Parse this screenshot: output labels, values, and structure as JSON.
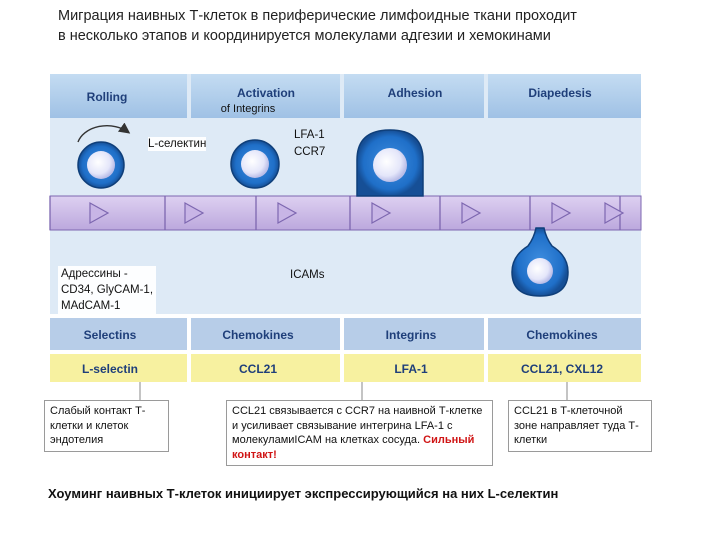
{
  "title": {
    "line1": "Миграция наивных Т-клеток в периферические лимфоидные ткани проходит",
    "line2": "в несколько этапов и координируется  молекулами адгезии и хемокинами"
  },
  "stages": [
    "Rolling",
    "Activation",
    "Adhesion",
    "Diapedesis"
  ],
  "activation_sub": "of Integrins",
  "labels": {
    "l_selectin": "L-селектин",
    "lfa_ccr7_1": "LFA-1",
    "lfa_ccr7_2": "CCR7",
    "addressins_1": "Адрессины -",
    "addressins_2": "CD34, GlyCAM-1,",
    "addressins_3": "MAdCAM-1",
    "icams": "ICAMs"
  },
  "molecule_row1": [
    "Selectins",
    "Chemokines",
    "Integrins",
    "Chemokines"
  ],
  "molecule_row2": [
    "L-selectin",
    "CCL21",
    "LFA-1",
    "CCL21, CXL12"
  ],
  "boxes": {
    "box1": "Слабый контакт Т-клетки и клеток эндотелия",
    "box2_main": "CCL21 связывается с CCR7 на наивной Т-клетке и усиливает связывание интегрина LFA-1 с молекуламиICAM на клетках сосуда. ",
    "box2_red": "Сильный контакт!",
    "box3": "CCL21  в Т-клеточной зоне направляет туда Т-клетки"
  },
  "bottom_text": "Хоуминг наивных Т-клеток инициирует экспрессирующийся на них L-селектин",
  "colors": {
    "header_blue": "#a9c8e8",
    "panel_blue": "#d6e5f4",
    "endothelium": "#c9b7e4",
    "endothelium_border": "#7d67b0",
    "cell_blue": "#1f6fc8",
    "molecule_blue": "#b7cde8",
    "molecule_yellow": "#f7f1a0",
    "contact_red": "#d01515"
  }
}
